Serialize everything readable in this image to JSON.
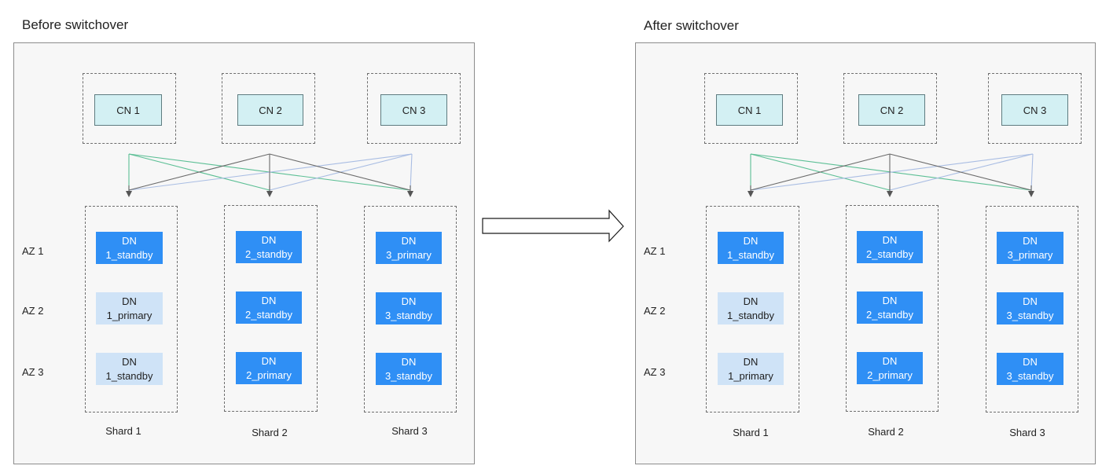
{
  "panels": [
    {
      "title": "Before switchover",
      "cns": [
        "CN 1",
        "CN 2",
        "CN 3"
      ],
      "az_labels": [
        "AZ 1",
        "AZ 2",
        "AZ 3"
      ],
      "shards": [
        {
          "label": "Shard 1",
          "nodes": [
            {
              "line1": "DN",
              "line2": "1_standby"
            },
            {
              "line1": "DN",
              "line2": "1_primary"
            },
            {
              "line1": "DN",
              "line2": "1_standby"
            }
          ]
        },
        {
          "label": "Shard 2",
          "nodes": [
            {
              "line1": "DN",
              "line2": "2_standby"
            },
            {
              "line1": "DN",
              "line2": "2_standby"
            },
            {
              "line1": "DN",
              "line2": "2_primary"
            }
          ]
        },
        {
          "label": "Shard 3",
          "nodes": [
            {
              "line1": "DN",
              "line2": "3_primary"
            },
            {
              "line1": "DN",
              "line2": "3_standby"
            },
            {
              "line1": "DN",
              "line2": "3_standby"
            }
          ]
        }
      ]
    },
    {
      "title": "After switchover",
      "cns": [
        "CN 1",
        "CN 2",
        "CN 3"
      ],
      "az_labels": [
        "AZ 1",
        "AZ 2",
        "AZ 3"
      ],
      "shards": [
        {
          "label": "Shard 1",
          "nodes": [
            {
              "line1": "DN",
              "line2": "1_standby"
            },
            {
              "line1": "DN",
              "line2": "1_standby"
            },
            {
              "line1": "DN",
              "line2": "1_primary"
            }
          ]
        },
        {
          "label": "Shard 2",
          "nodes": [
            {
              "line1": "DN",
              "line2": "2_standby"
            },
            {
              "line1": "DN",
              "line2": "2_standby"
            },
            {
              "line1": "DN",
              "line2": "2_primary"
            }
          ]
        },
        {
          "label": "Shard 3",
          "nodes": [
            {
              "line1": "DN",
              "line2": "3_primary"
            },
            {
              "line1": "DN",
              "line2": "3_standby"
            },
            {
              "line1": "DN",
              "line2": "3_standby"
            }
          ]
        }
      ]
    }
  ],
  "colors": {
    "cn1_links": "#5cbf95",
    "cn2_links": "#6b6b6b",
    "cn3_links": "#a9bde3",
    "dn_active": "#2f8ff5",
    "dn_light": "#cfe3f7"
  }
}
